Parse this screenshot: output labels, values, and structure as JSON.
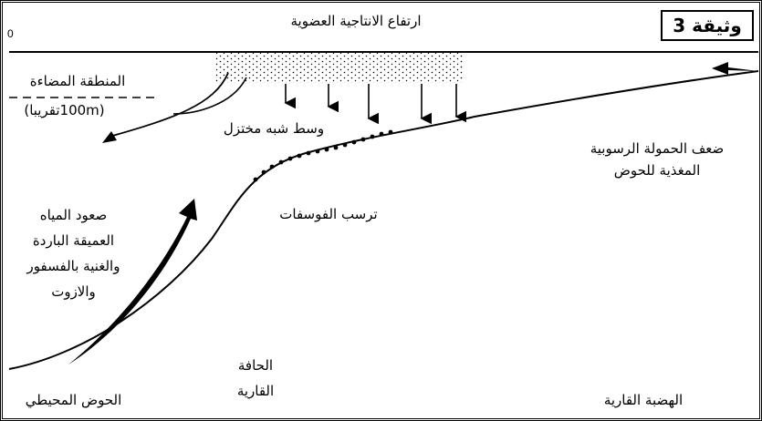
{
  "document": {
    "badge": "وثيقة 3",
    "zero_label": "0"
  },
  "labels": {
    "organic_production": "ارتفاع الانتاجية العضوية",
    "lit_zone": "المنطقة المضاءة",
    "depth": "(100mتقريبا)",
    "semi_reduced": "وسط شبه مختزل",
    "low_sediment_line1": "ضعف الحمولة الرسوبية",
    "low_sediment_line2": "المغذية للحوض",
    "upwelling_line1": "صعود المياه",
    "upwelling_line2": "العميقة الباردة",
    "upwelling_line3": "والغنية بالفسفور",
    "upwelling_line4": "والازوت",
    "phosphate_deposit": "ترسب الفوسفات",
    "continental_edge_line1": "الحافة",
    "continental_edge_line2": "القارية",
    "oceanic_basin": "الحوض المحيطي",
    "continental_plateau": "الهضبة القارية"
  }
}
